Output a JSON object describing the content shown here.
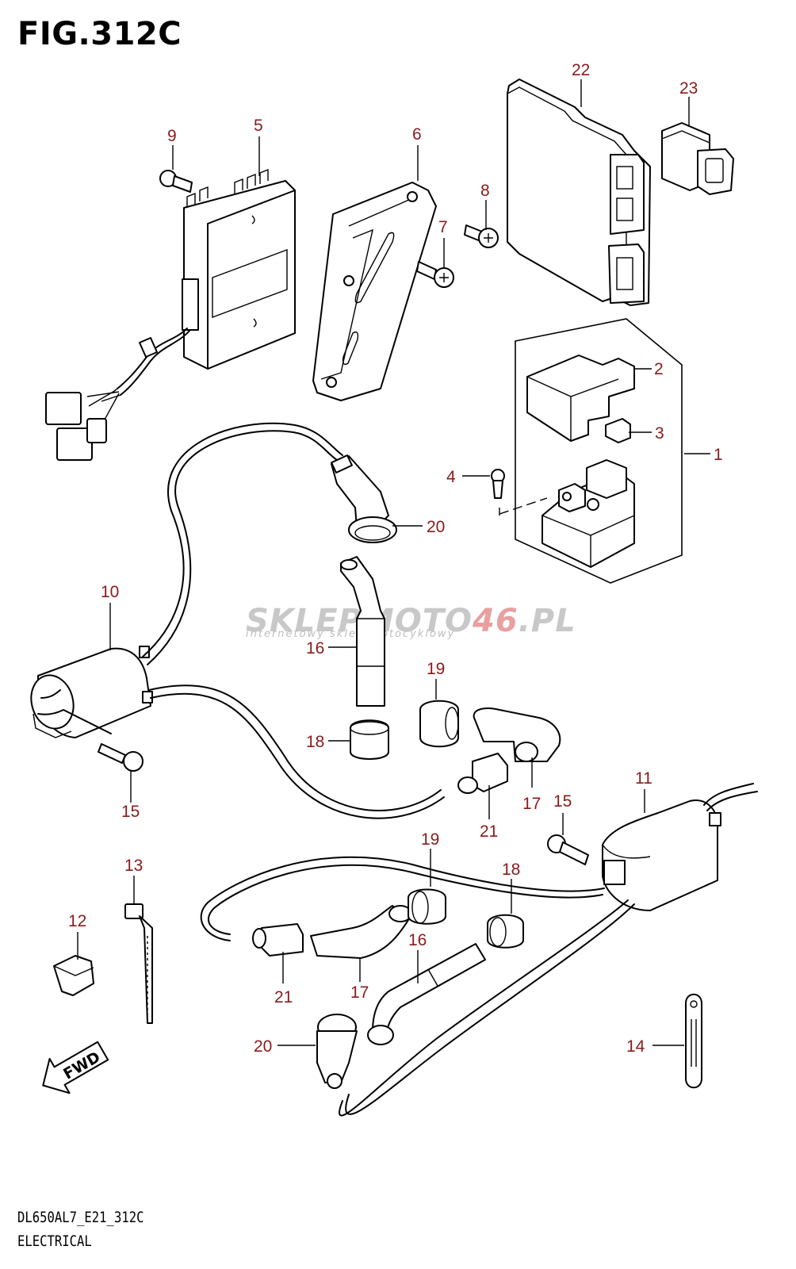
{
  "figure": {
    "title": "FIG.312C"
  },
  "footer": {
    "model_code": "DL650AL7_E21_312C",
    "section": "ELECTRICAL"
  },
  "watermark": {
    "brand_a": "SKLEP",
    "brand_b": "MOTO",
    "brand_c": "46",
    "brand_d": ".PL",
    "tagline": "internetowy sklep motocyklowy"
  },
  "fwd_label": "FWD",
  "callouts": [
    "1",
    "2",
    "3",
    "4",
    "5",
    "6",
    "7",
    "8",
    "9",
    "10",
    "11",
    "12",
    "13",
    "14",
    "15",
    "15",
    "16",
    "16",
    "17",
    "17",
    "18",
    "18",
    "19",
    "19",
    "20",
    "20",
    "21",
    "21",
    "22",
    "23"
  ],
  "colors": {
    "callout": "#8b1a1a",
    "line": "#000000",
    "watermark": "#c8c8c8"
  }
}
